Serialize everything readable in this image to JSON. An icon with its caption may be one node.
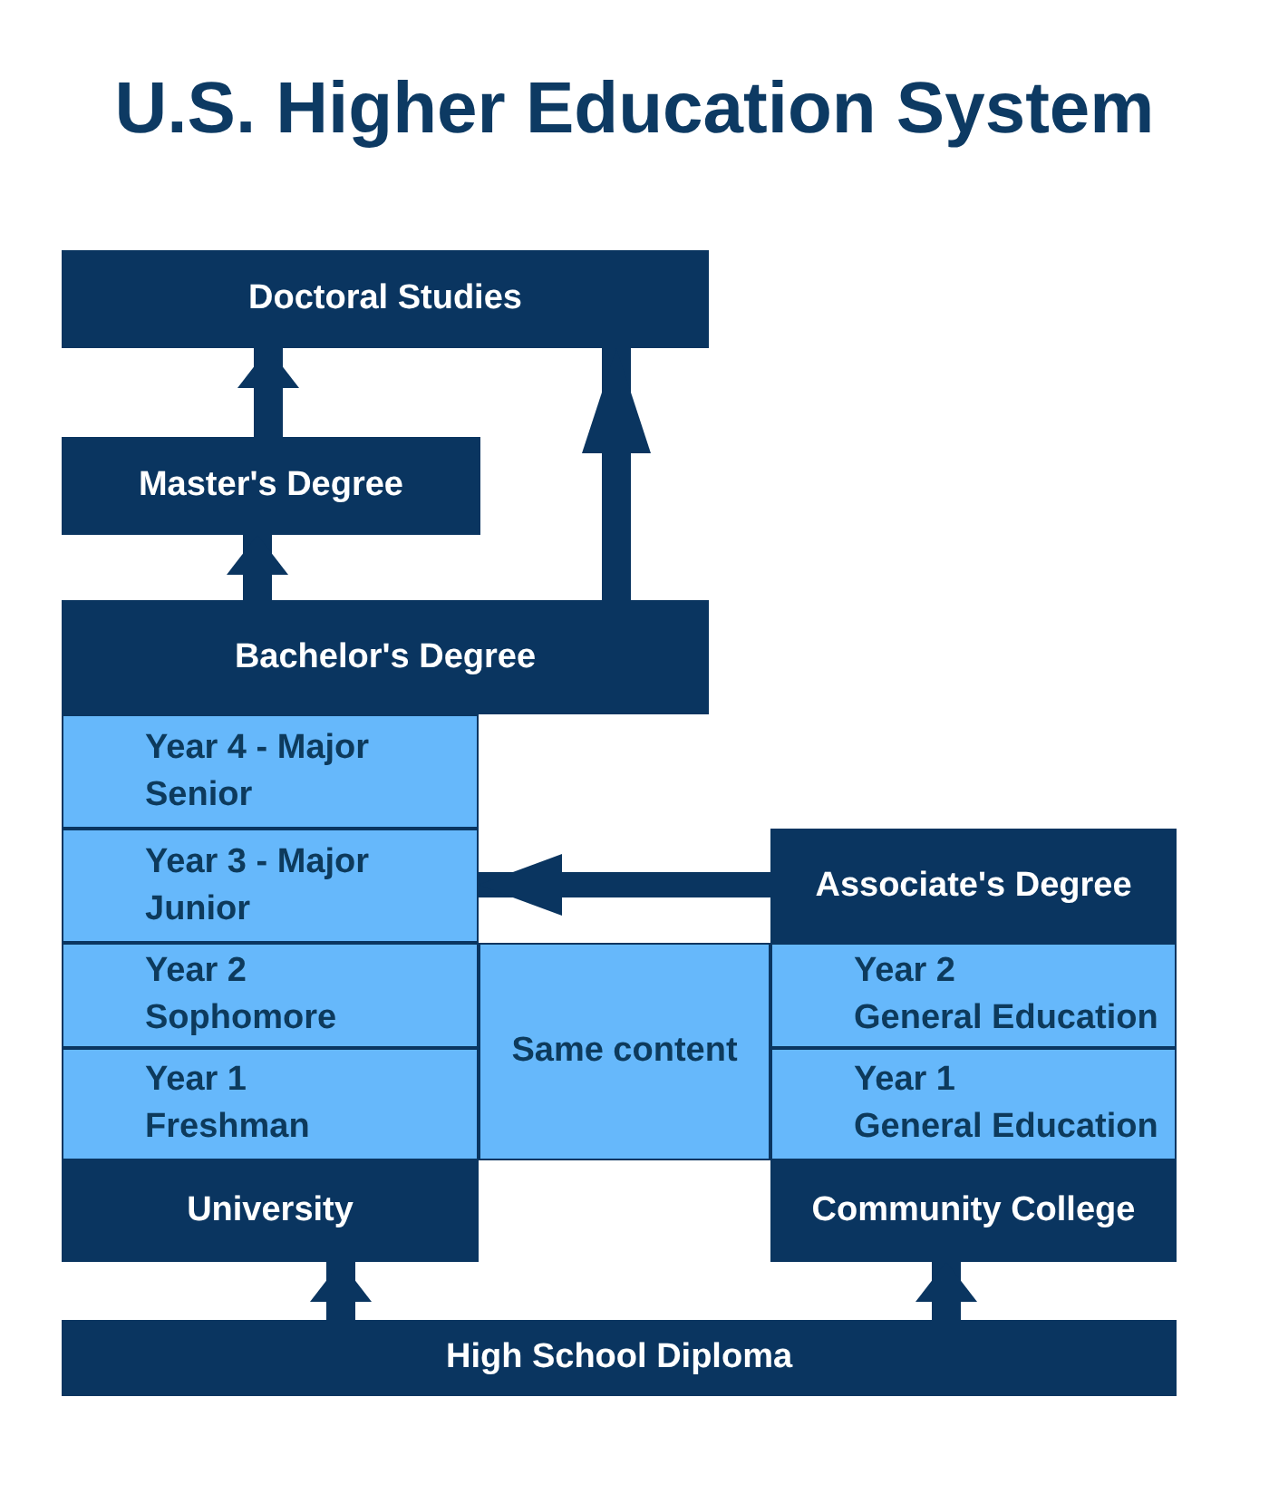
{
  "diagram": {
    "title": "U.S. Higher Education System",
    "nodes": [
      {
        "text": [
          "Doctoral Studies"
        ]
      },
      {
        "text": [
          "Master's Degree"
        ]
      },
      {
        "text": [
          "Bachelor's Degree"
        ]
      },
      {
        "text": [
          "Year 4 - Major",
          "Senior"
        ]
      },
      {
        "text": [
          "Year 3 - Major",
          "Junior"
        ]
      },
      {
        "text": [
          "Associate's Degree"
        ]
      },
      {
        "text": [
          "Year 2",
          "Sophomore"
        ]
      },
      {
        "text": [
          "Same content"
        ]
      },
      {
        "text": [
          "Year 2",
          "General Education"
        ]
      },
      {
        "text": [
          "Year 1",
          "Freshman"
        ]
      },
      {
        "text": [
          "Year 1",
          "General Education"
        ]
      },
      {
        "text": [
          "University"
        ]
      },
      {
        "text": [
          "Community College"
        ]
      },
      {
        "text": [
          "High School Diploma"
        ]
      }
    ],
    "edges": [
      {
        "from": 1,
        "to": 0,
        "arrow": "to"
      },
      {
        "from": 2,
        "to": 1,
        "arrow": "to"
      },
      {
        "from": 2,
        "to": 0,
        "arrow": "to"
      },
      {
        "from": 5,
        "to": 4,
        "arrow": "to"
      },
      {
        "from": 13,
        "to": 11,
        "arrow": "to"
      },
      {
        "from": 13,
        "to": 12,
        "arrow": "to"
      }
    ]
  }
}
